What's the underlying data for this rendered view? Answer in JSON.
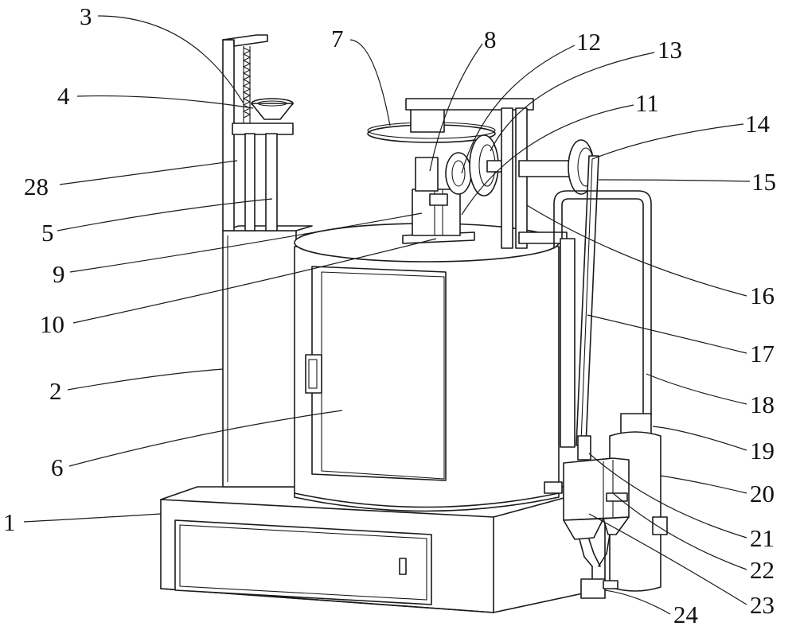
{
  "labels": [
    {
      "id": "1",
      "text": "1"
    },
    {
      "id": "2",
      "text": "2"
    },
    {
      "id": "3",
      "text": "3"
    },
    {
      "id": "4",
      "text": "4"
    },
    {
      "id": "5",
      "text": "5"
    },
    {
      "id": "6",
      "text": "6"
    },
    {
      "id": "7",
      "text": "7"
    },
    {
      "id": "8",
      "text": "8"
    },
    {
      "id": "9",
      "text": "9"
    },
    {
      "id": "10",
      "text": "10"
    },
    {
      "id": "11",
      "text": "11"
    },
    {
      "id": "12",
      "text": "12"
    },
    {
      "id": "13",
      "text": "13"
    },
    {
      "id": "14",
      "text": "14"
    },
    {
      "id": "15",
      "text": "15"
    },
    {
      "id": "16",
      "text": "16"
    },
    {
      "id": "17",
      "text": "17"
    },
    {
      "id": "18",
      "text": "18"
    },
    {
      "id": "19",
      "text": "19"
    },
    {
      "id": "20",
      "text": "20"
    },
    {
      "id": "21",
      "text": "21"
    },
    {
      "id": "22",
      "text": "22"
    },
    {
      "id": "23",
      "text": "23"
    },
    {
      "id": "24",
      "text": "24"
    },
    {
      "id": "28",
      "text": "28"
    }
  ]
}
